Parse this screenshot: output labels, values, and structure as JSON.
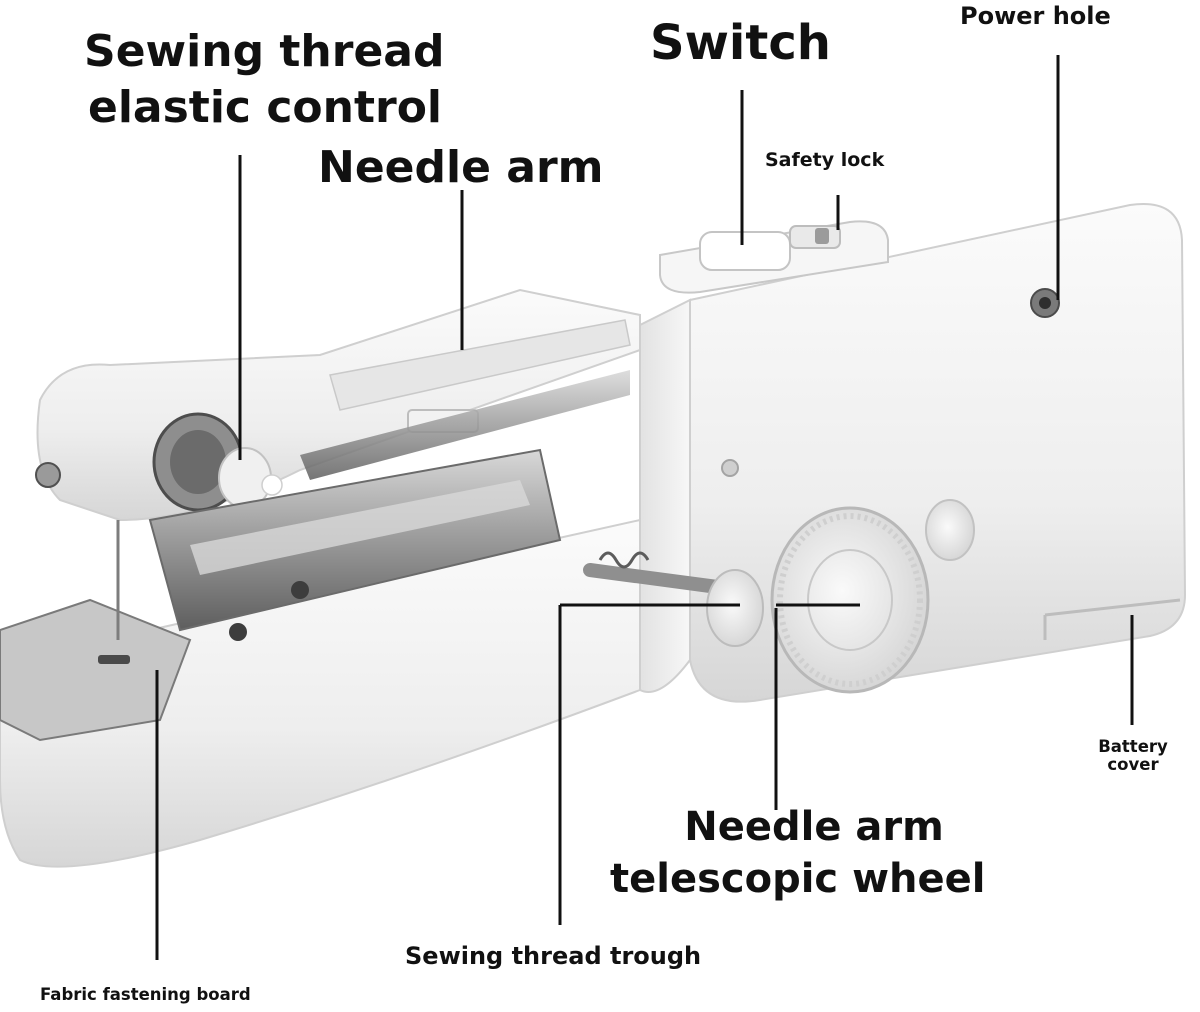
{
  "labels": {
    "sewing_thread_elastic_control": [
      "Sewing thread",
      "elastic control"
    ],
    "needle_arm": "Needle arm",
    "switch": "Switch",
    "power_hole": "Power hole",
    "safety_lock": "Safety lock",
    "battery_cover": [
      "Battery",
      "cover"
    ],
    "needle_arm_telescopic_wheel": [
      "Needle arm",
      "telescopic wheel"
    ],
    "sewing_thread_trough": "Sewing thread trough",
    "fabric_fastening_board": "Fabric fastening board"
  },
  "colors": {
    "label_text": "#111111",
    "leader_line": "#111111",
    "device_body": "#f4f4f4",
    "device_shadow": "#c9c9c9",
    "metal": "#9a9a9a",
    "metal_dark": "#5e5e5e"
  },
  "icons": {
    "device": "handheld-sewing-machine-illustration"
  }
}
